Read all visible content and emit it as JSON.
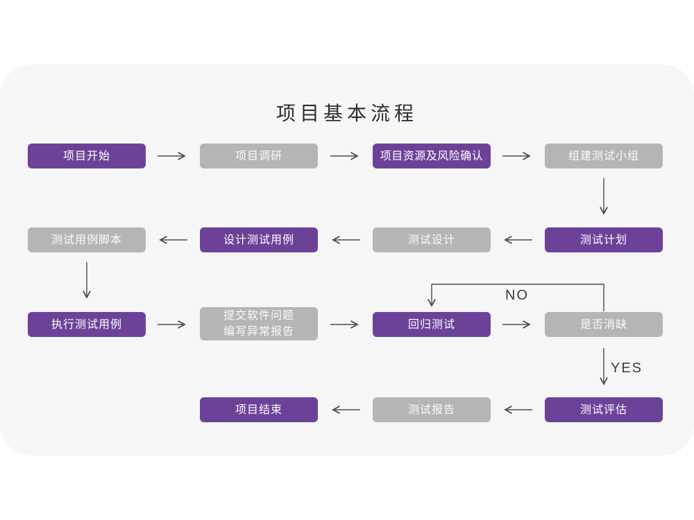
{
  "title": "项目基本流程",
  "colors": {
    "node_purple": "#6C4299",
    "node_gray": "#B5B5B5",
    "card_background": "#F6F6F6",
    "page_background": "#FFFFFF",
    "connector": "#4A4A4A",
    "node_text": "#FFFFFF",
    "title_text": "#2E2E2E"
  },
  "branch_labels": {
    "no": "NO",
    "yes": "YES"
  },
  "nodes": [
    {
      "id": "project-start",
      "label": "项目开始",
      "variant": "purple"
    },
    {
      "id": "project-research",
      "label": "项目调研",
      "variant": "gray"
    },
    {
      "id": "resource-risk-confirm",
      "label": "项目资源及风险确认",
      "variant": "purple"
    },
    {
      "id": "build-test-team",
      "label": "组建测试小组",
      "variant": "gray"
    },
    {
      "id": "test-plan",
      "label": "测试计划",
      "variant": "purple"
    },
    {
      "id": "test-design",
      "label": "测试设计",
      "variant": "gray"
    },
    {
      "id": "design-test-cases",
      "label": "设计测试用例",
      "variant": "purple"
    },
    {
      "id": "test-case-script",
      "label": "测试用例脚本",
      "variant": "gray"
    },
    {
      "id": "execute-test-cases",
      "label": "执行测试用例",
      "variant": "purple"
    },
    {
      "id": "submit-issue-report",
      "label": "提交软件问题\n编写异常报告",
      "variant": "gray"
    },
    {
      "id": "regression-test",
      "label": "回归测试",
      "variant": "purple"
    },
    {
      "id": "defect-cleared",
      "label": "是否消缺",
      "variant": "gray"
    },
    {
      "id": "test-evaluation",
      "label": "测试评估",
      "variant": "purple"
    },
    {
      "id": "test-report",
      "label": "测试报告",
      "variant": "gray"
    },
    {
      "id": "project-end",
      "label": "项目结束",
      "variant": "purple"
    }
  ],
  "edges": [
    {
      "from": "project-start",
      "to": "project-research"
    },
    {
      "from": "project-research",
      "to": "resource-risk-confirm"
    },
    {
      "from": "resource-risk-confirm",
      "to": "build-test-team"
    },
    {
      "from": "build-test-team",
      "to": "test-plan"
    },
    {
      "from": "test-plan",
      "to": "test-design"
    },
    {
      "from": "test-design",
      "to": "design-test-cases"
    },
    {
      "from": "design-test-cases",
      "to": "test-case-script"
    },
    {
      "from": "test-case-script",
      "to": "execute-test-cases"
    },
    {
      "from": "execute-test-cases",
      "to": "submit-issue-report"
    },
    {
      "from": "submit-issue-report",
      "to": "regression-test"
    },
    {
      "from": "regression-test",
      "to": "defect-cleared"
    },
    {
      "from": "defect-cleared",
      "to": "regression-test",
      "label": "NO"
    },
    {
      "from": "defect-cleared",
      "to": "test-evaluation",
      "label": "YES"
    },
    {
      "from": "test-evaluation",
      "to": "test-report"
    },
    {
      "from": "test-report",
      "to": "project-end"
    }
  ]
}
